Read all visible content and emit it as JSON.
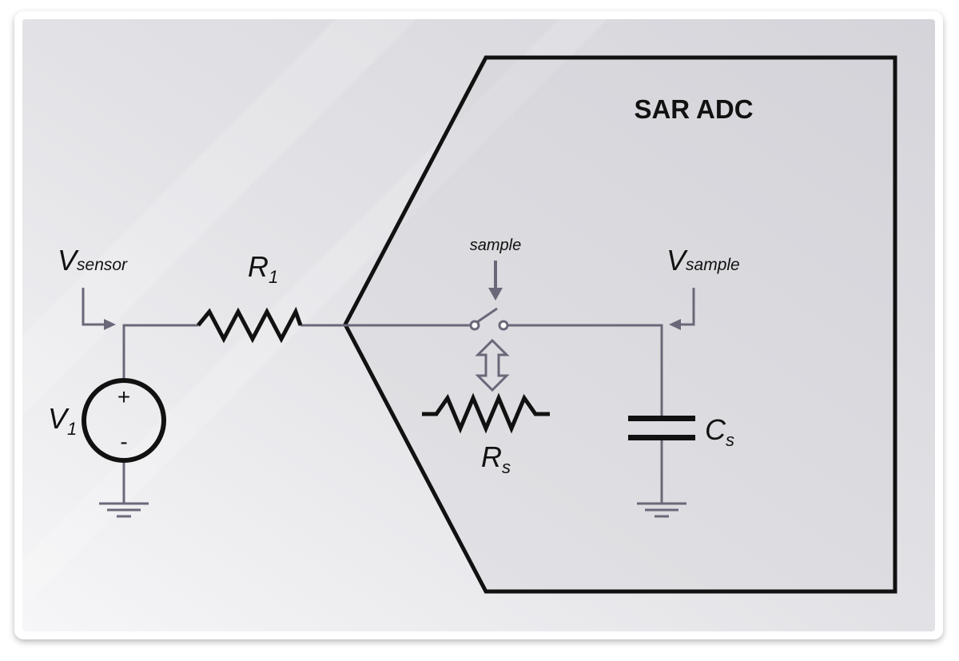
{
  "diagram": {
    "block_title": "SAR ADC",
    "labels": {
      "v_sensor": {
        "main": "V",
        "sub": "sensor"
      },
      "r1": {
        "main": "R",
        "sub": "1"
      },
      "v1": {
        "main": "V",
        "sub": "1"
      },
      "plus": "+",
      "minus": "-",
      "sample_control": "sample",
      "v_sample": {
        "main": "V",
        "sub": "sample"
      },
      "rs": {
        "main": "R",
        "sub": "s"
      },
      "cs": {
        "main": "C",
        "sub": "s"
      }
    },
    "colors": {
      "wire": "#6a6878",
      "outline": "#111111",
      "background_light": "#f4f4f6",
      "background_dark": "#d6d6dc",
      "frame_border": "#e6e6e6"
    }
  }
}
